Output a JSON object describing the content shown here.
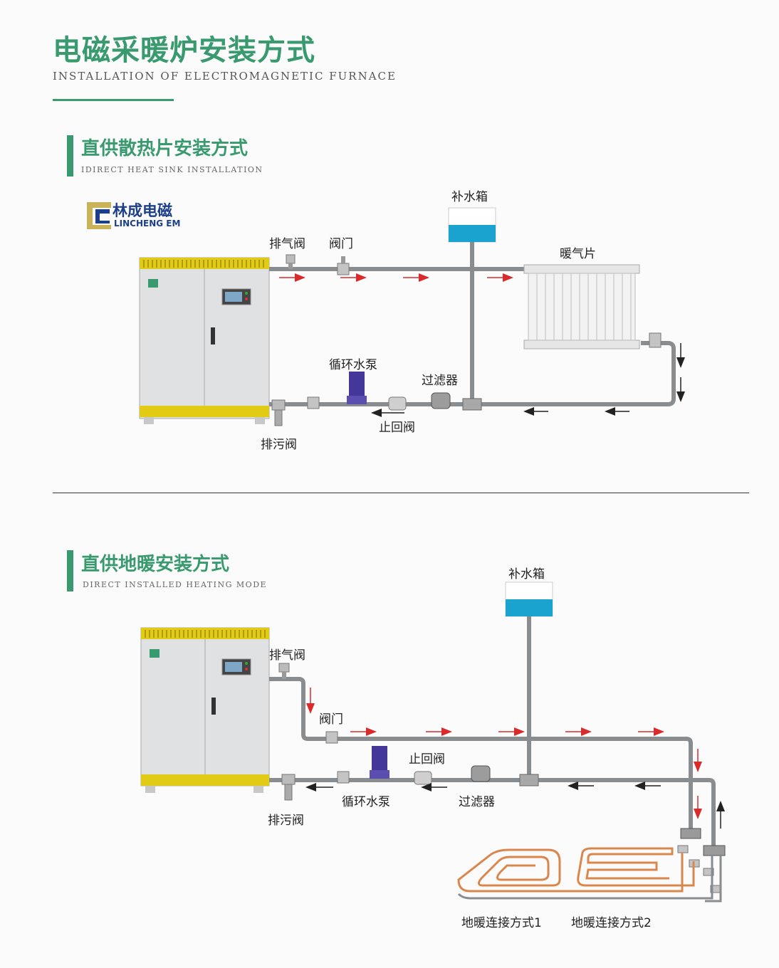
{
  "header": {
    "title": "电磁采暖炉安装方式",
    "subtitle": "INSTALLATION OF ELECTROMAGNETIC FURNACE"
  },
  "section1": {
    "title": "直供散热片安装方式",
    "subtitle": "IDIRECT HEAT SINK INSTALLATION",
    "labels": {
      "makeup_tank": "补水箱",
      "exhaust_valve": "排气阀",
      "valve": "阀门",
      "radiator": "暖气片",
      "pump": "循环水泵",
      "filter": "过滤器",
      "check_valve": "止回阀",
      "drain_valve": "排污阀"
    }
  },
  "section2": {
    "title": "直供地暖安装方式",
    "subtitle": "DIRECT INSTALLED HEATING MODE",
    "labels": {
      "makeup_tank": "补水箱",
      "exhaust_valve": "排气阀",
      "valve": "阀门",
      "check_valve": "止回阀",
      "pump": "循环水泵",
      "filter": "过滤器",
      "drain_valve": "排污阀",
      "floor_mode_1": "地暖连接方式1",
      "floor_mode_2": "地暖连接方式2"
    }
  },
  "logo": {
    "cn": "林成电磁",
    "en": "LINCHENG EM"
  },
  "colors": {
    "brand_green": "#3a9a6f",
    "water_blue": "#1aa3cf",
    "pipe_gray": "#8a8d90",
    "flow_red": "#d92b2b",
    "floor_copper": "#d9874d",
    "boiler_yellow": "#e2cb14"
  }
}
